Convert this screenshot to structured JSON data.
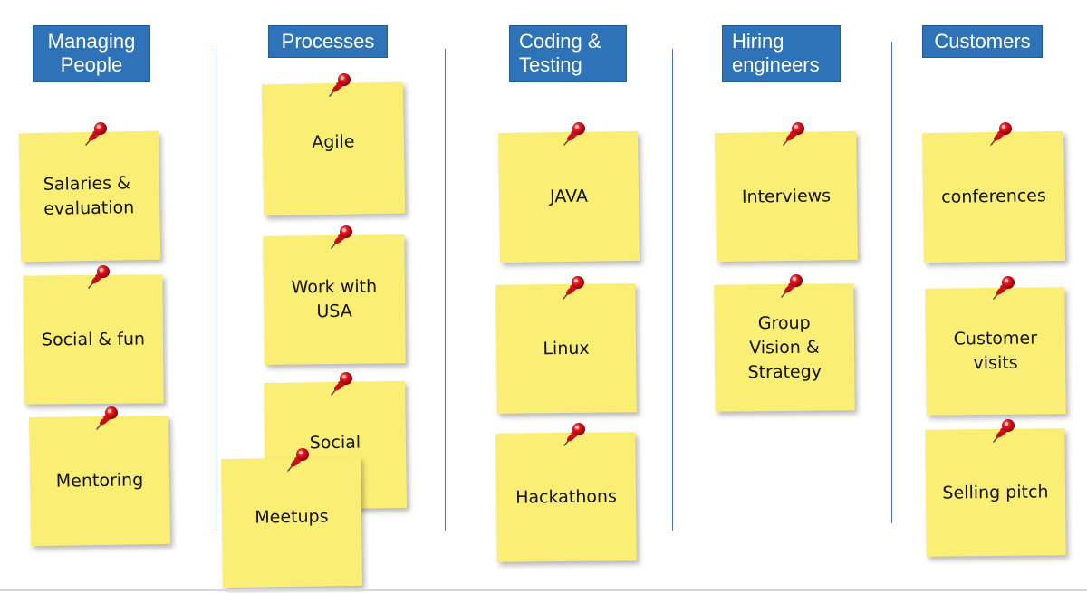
{
  "columns": [
    {
      "header": "Managing\nPeople",
      "notes": [
        "Salaries &\nevaluation",
        "Social & fun",
        "Mentoring"
      ]
    },
    {
      "header": "Processes",
      "notes": [
        "Agile",
        "Work with\nUSA",
        "Social",
        "Meetups"
      ]
    },
    {
      "header": "Coding &\nTesting",
      "notes": [
        "JAVA",
        "Linux",
        "Hackathons"
      ]
    },
    {
      "header": "Hiring\nengineers",
      "notes": [
        "Interviews",
        "Group\nVision &\nStrategy"
      ]
    },
    {
      "header": "Customers",
      "notes": [
        "conferences",
        "Customer\nvisits",
        "Selling pitch"
      ]
    }
  ],
  "colors": {
    "header_bg": "#2e73b8",
    "note_bg": "#fbee74",
    "pin_red": "#e0121b",
    "divider": "#4a6fc4"
  },
  "icons": {
    "pin": "push-pin-icon"
  }
}
